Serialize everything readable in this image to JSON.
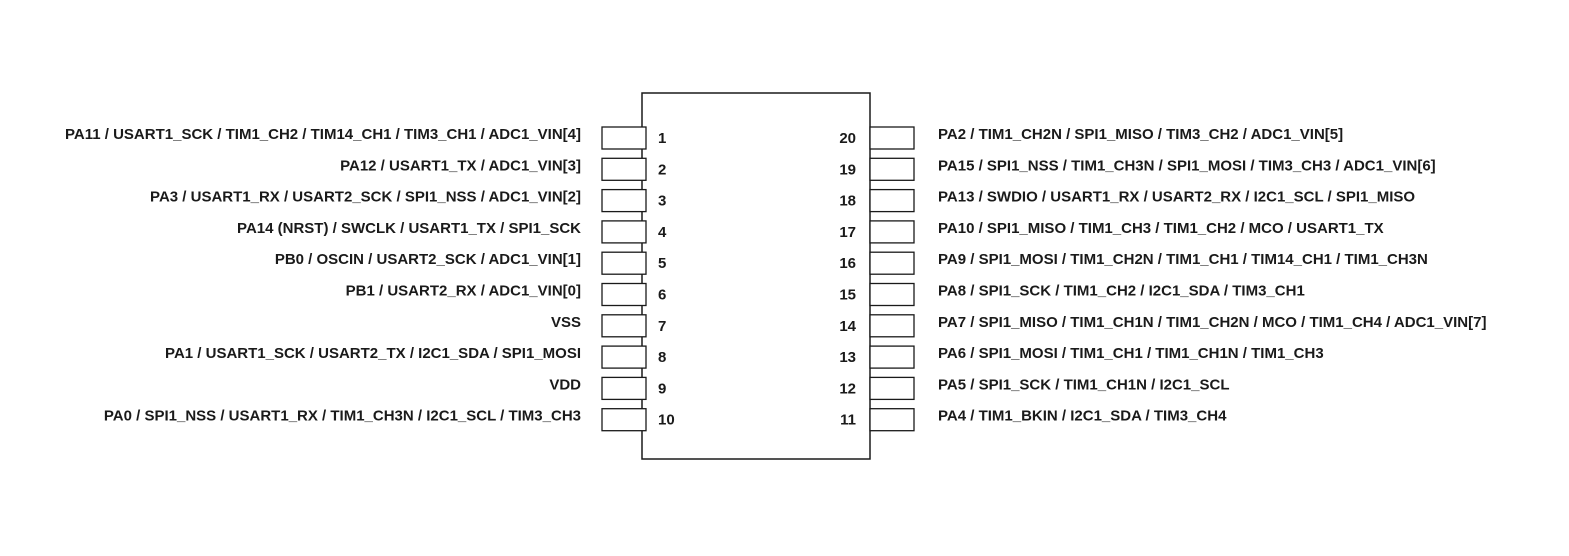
{
  "pins_left": [
    {
      "number": "1",
      "label": "PA11 / USART1_SCK / TIM1_CH2 / TIM14_CH1 / TIM3_CH1 / ADC1_VIN[4]"
    },
    {
      "number": "2",
      "label": "PA12 / USART1_TX / ADC1_VIN[3]"
    },
    {
      "number": "3",
      "label": "PA3 / USART1_RX / USART2_SCK / SPI1_NSS / ADC1_VIN[2]"
    },
    {
      "number": "4",
      "label": "PA14 (NRST) / SWCLK / USART1_TX / SPI1_SCK"
    },
    {
      "number": "5",
      "label": "PB0 / OSCIN / USART2_SCK / ADC1_VIN[1]"
    },
    {
      "number": "6",
      "label": "PB1 / USART2_RX / ADC1_VIN[0]"
    },
    {
      "number": "7",
      "label": "VSS"
    },
    {
      "number": "8",
      "label": "PA1 / USART1_SCK / USART2_TX / I2C1_SDA / SPI1_MOSI"
    },
    {
      "number": "9",
      "label": "VDD"
    },
    {
      "number": "10",
      "label": "PA0 / SPI1_NSS / USART1_RX / TIM1_CH3N / I2C1_SCL / TIM3_CH3"
    }
  ],
  "pins_right": [
    {
      "number": "20",
      "label": "PA2 / TIM1_CH2N / SPI1_MISO / TIM3_CH2 / ADC1_VIN[5]"
    },
    {
      "number": "19",
      "label": "PA15 / SPI1_NSS / TIM1_CH3N / SPI1_MOSI / TIM3_CH3 / ADC1_VIN[6]"
    },
    {
      "number": "18",
      "label": "PA13 / SWDIO / USART1_RX / USART2_RX / I2C1_SCL / SPI1_MISO"
    },
    {
      "number": "17",
      "label": "PA10 / SPI1_MISO / TIM1_CH3 / TIM1_CH2 / MCO / USART1_TX"
    },
    {
      "number": "16",
      "label": "PA9 / SPI1_MOSI / TIM1_CH2N / TIM1_CH1 / TIM14_CH1 / TIM1_CH3N"
    },
    {
      "number": "15",
      "label": "PA8 / SPI1_SCK / TIM1_CH2 / I2C1_SDA / TIM3_CH1"
    },
    {
      "number": "14",
      "label": "PA7 / SPI1_MISO / TIM1_CH1N / TIM1_CH2N / MCO / TIM1_CH4 / ADC1_VIN[7]"
    },
    {
      "number": "13",
      "label": "PA6 / SPI1_MOSI / TIM1_CH1 / TIM1_CH1N / TIM1_CH3"
    },
    {
      "number": "12",
      "label": "PA5 / SPI1_SCK / TIM1_CH1N / I2C1_SCL"
    },
    {
      "number": "11",
      "label": "PA4 / TIM1_BKIN / I2C1_SDA / TIM3_CH4"
    }
  ]
}
